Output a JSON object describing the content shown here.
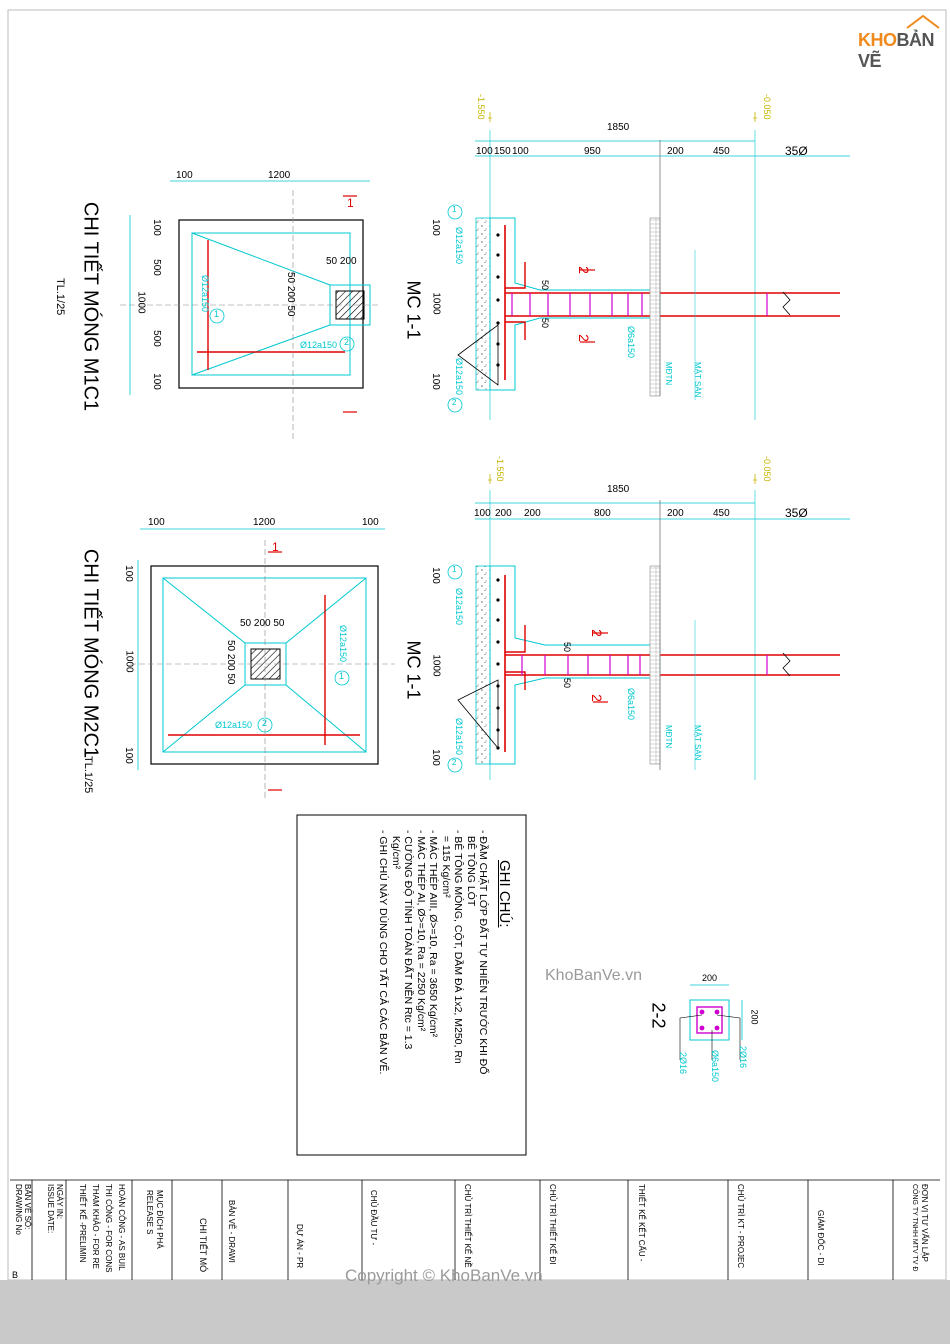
{
  "logo": {
    "part1": "KHO",
    "part2": "BẢN VẼ"
  },
  "watermark_center": "KhoBanVe.vn",
  "watermark_bottom": "Copyright © KhoBanVe.vn",
  "colors": {
    "cyan": "#00c8d0",
    "red": "#e00000",
    "magenta": "#d000d0",
    "yellow": "#c8b400",
    "ink": "#000000"
  },
  "m1c1": {
    "title": "CHI TIẾT MÓNG M1C1",
    "scale": "TL.1/25",
    "dim_top": [
      "100",
      "1200"
    ],
    "dim_left": [
      "100",
      "500",
      "1000",
      "500",
      "100"
    ],
    "inner_dims": [
      "50 200",
      "50 200 50"
    ],
    "bar1": "Ø12a150",
    "bar2": "Ø12a150",
    "mark1": "1",
    "mark2": "2",
    "section_mark": "1"
  },
  "m2c1": {
    "title": "CHI TIẾT MÓNG M2C1",
    "scale": "TL.1/25",
    "dim_top": [
      "100",
      "1200",
      "100"
    ],
    "dim_left": [
      "100",
      "1000",
      "100"
    ],
    "inner_top": "50 200 50",
    "inner_left": "50 200 50",
    "bar1": "Ø12a150",
    "bar2": "Ø12a150",
    "mark1": "1",
    "mark2": "2",
    "section_mark": "1"
  },
  "mc_top": {
    "title": "MC 1-1",
    "level_left": "-1.550",
    "level_right": "-0.050",
    "total": "1850",
    "dims": [
      "100",
      "150",
      "100",
      "950",
      "200",
      "450",
      "35Ø"
    ],
    "side_dims": [
      "100",
      "1000",
      "100"
    ],
    "bar_top": "Ø12a150",
    "bar_bottom": "Ø12a150",
    "stirrup": "Ø6a150",
    "gap1": "50",
    "gap2": "50",
    "ground": "MĐTN",
    "floor": "MẶT SÀN",
    "sec2": "2",
    "mark1": "1",
    "mark2": "2"
  },
  "mc_bottom": {
    "title": "MC 1-1",
    "level_left": "-1.550",
    "level_right": "-0.050",
    "total": "1850",
    "dims": [
      "100",
      "200",
      "200",
      "800",
      "200",
      "450",
      "35Ø"
    ],
    "side_dims": [
      "100",
      "1000",
      "100"
    ],
    "bar_top": "Ø12a150",
    "bar_bottom": "Ø12a150",
    "stirrup": "Ø6a150",
    "gap1": "50",
    "gap2": "50",
    "ground": "MĐTN",
    "floor": "MẶT SÀN",
    "sec2": "2",
    "mark1": "1",
    "mark2": "2"
  },
  "sec22": {
    "title": "2-2",
    "w": "200",
    "h": "200",
    "top_bar": "2Ø16",
    "bottom_bar": "2Ø16",
    "stirrup": "Ø6a150"
  },
  "notes": {
    "title": "GHI CHÚ:",
    "lines": [
      "- ĐẦM CHẶT LỚP ĐẤT TỰ NHIÊN TRƯỚC KHI ĐỔ",
      "  BÊ TÔNG LÓT",
      "- BÊ TÔNG MÓNG, CỘT, DẦM ĐÁ 1x2, M250, Rn",
      "  = 115 Kg/cm²",
      "- MÁC THÉP AIII, Ø>=10, Ra = 3650 Kg/cm²",
      "- MÁC THÉP AI, Ø>=10, Ra = 2250 Kg/cm²",
      "- CƯỜNG ĐỘ TÍNH TOÁN ĐẤT NỀN Rtc = 1.3",
      "  Kg/cm²",
      "- GHI CHÚ NÀY DÙNG CHO TẤT CẢ CÁC BẢN VẼ."
    ]
  },
  "titleblock": {
    "c1": [
      "BẢN VẼ SỐ:",
      "DRAWING No"
    ],
    "c2": [
      "NGÀY IN:",
      "ISSUE DATE:"
    ],
    "c3": [
      "HOÀN CÔNG - AS BUIL",
      "THI CÔNG - FOR CONS",
      "THAM KHẢO - FOR RE",
      "THIẾT KẾ -PRELIMIN"
    ],
    "c4": [
      "MỤC ĐÍCH PHÁ",
      "RELEASE S"
    ],
    "c5": [
      "CHI TIẾT MÓ"
    ],
    "c6": [
      "BẢN VẼ - DRAWI"
    ],
    "c7": [
      "DỰ ÁN - PR"
    ],
    "c8": [
      "CHỦ ĐẦU TƯ -"
    ],
    "c9": [
      "CHỦ TRÌ THIẾT KẾ NỀ"
    ],
    "c10": [
      "CHỦ TRÌ THIẾT KẾ ĐI"
    ],
    "c11": [
      "THIẾT KẾ KẾT CẤU -"
    ],
    "c12": [
      "CHỦ TRÌ KT - PROJEC"
    ],
    "c13": [
      "GIÁM ĐỐC - DI"
    ],
    "c14": [
      "ĐƠN VỊ TƯ VẤN LẬP",
      "CÔNG TY TNHH MTV TV Đ"
    ],
    "c15": [
      "B"
    ]
  }
}
